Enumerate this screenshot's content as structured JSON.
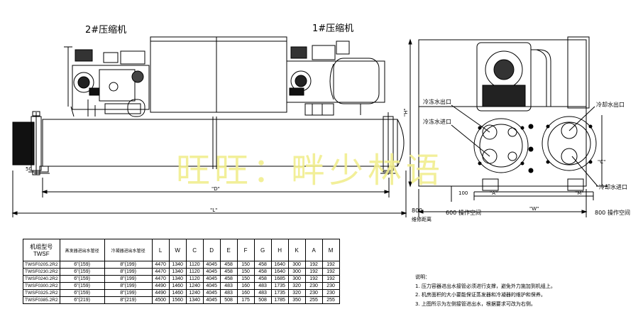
{
  "front_view": {
    "compressor_2_label": "2#压缩机",
    "compressor_1_label": "1#压缩机",
    "dim_50": "50",
    "dim_D": "\"D\"",
    "dim_L": "\"L\""
  },
  "side_view": {
    "chilled_water_out": "冷冻水出口",
    "chilled_water_in": "冷冻水进口",
    "cooling_water_out": "冷却水出口",
    "cooling_water_in": "冷却水进口",
    "dim_H": "\"H\"",
    "dim_A": "\"A\"",
    "dim_M": "\"M\"",
    "dim_100": "100",
    "dim_C": "\"C\"",
    "dim_W": "\"W\"",
    "left_clearance_value": "800",
    "left_clearance_label": "维修距离",
    "op_left_value": "600",
    "op_left_label": "操作空间",
    "op_right_value": "800",
    "op_right_label": "操作空间"
  },
  "watermark": "旺旺：畔少林语",
  "table": {
    "header": {
      "model_line1": "机组型号",
      "model_line2": "TWSF",
      "evap_pipe": "蒸发器进出水管径",
      "cond_pipe": "冷凝器进出水管径",
      "cols": [
        "L",
        "W",
        "C",
        "D",
        "E",
        "F",
        "G",
        "H",
        "K",
        "A",
        "M"
      ]
    },
    "rows": [
      {
        "model": "TWSF0205.2R2",
        "evap": "6\"(159)",
        "cond": "8\"(199)",
        "vals": [
          "4470",
          "1340",
          "1120",
          "4045",
          "458",
          "150",
          "458",
          "1640",
          "300",
          "192",
          "192"
        ]
      },
      {
        "model": "TWSF0230.2R2",
        "evap": "6\"(159)",
        "cond": "8\"(199)",
        "vals": [
          "4470",
          "1340",
          "1120",
          "4045",
          "458",
          "150",
          "458",
          "1640",
          "300",
          "192",
          "192"
        ]
      },
      {
        "model": "TWSF0240.2R2",
        "evap": "6\"(159)",
        "cond": "8\"(199)",
        "vals": [
          "4470",
          "1340",
          "1120",
          "4045",
          "458",
          "150",
          "458",
          "1685",
          "300",
          "192",
          "192"
        ]
      },
      {
        "model": "TWSF0300.2R2",
        "evap": "6\"(159)",
        "cond": "8\"(199)",
        "vals": [
          "4490",
          "1460",
          "1240",
          "4045",
          "483",
          "160",
          "483",
          "1735",
          "320",
          "230",
          "230"
        ]
      },
      {
        "model": "TWSF0325.2R2",
        "evap": "6\"(159)",
        "cond": "8\"(199)",
        "vals": [
          "4490",
          "1460",
          "1240",
          "4045",
          "483",
          "160",
          "483",
          "1735",
          "320",
          "230",
          "230"
        ]
      },
      {
        "model": "TWSF0385.2R2",
        "evap": "6\"(219)",
        "cond": "8\"(219)",
        "vals": [
          "4500",
          "1560",
          "1340",
          "4045",
          "508",
          "175",
          "508",
          "1785",
          "350",
          "255",
          "255"
        ]
      }
    ]
  },
  "notes": {
    "title": "说明：",
    "items": [
      "1. 压力容器进出水接管必须进行支撑，避免外力施加到机组上。",
      "2. 机房面积的大小要能保证蒸发器和冷凝器的维护和保养。",
      "3. 上图所示为左侧接管进出水，根据要求可改为右侧。"
    ]
  }
}
